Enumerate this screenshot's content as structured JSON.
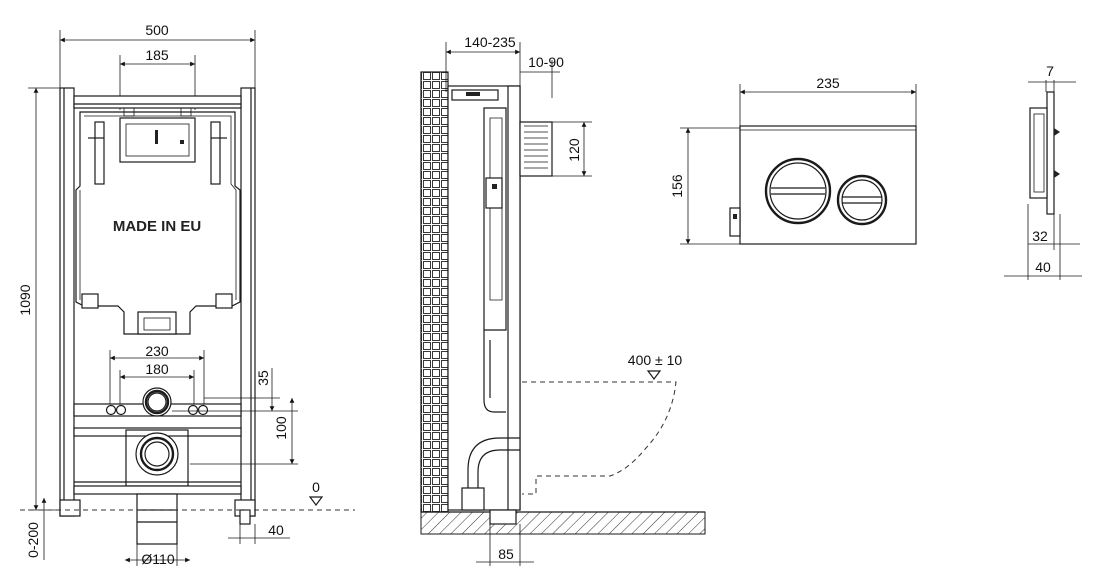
{
  "front": {
    "width": "500",
    "inner_width": "185",
    "height": "1090",
    "label": "MADE IN EU",
    "spacing_outer": "230",
    "spacing_inner": "180",
    "offset_35": "35",
    "offset_100": "100",
    "level_zero": "0",
    "adjust_range": "0-200",
    "foot_40": "40",
    "pipe_dia": "Ø110"
  },
  "side": {
    "depth_range": "140-235",
    "frame_gap": "10-90",
    "plate_height": "120",
    "bowl_height": "400 ± 10",
    "outlet_offset": "85"
  },
  "plate": {
    "width": "235",
    "height": "156"
  },
  "plate_side": {
    "thickness": "7",
    "depth_32": "32",
    "depth_40": "40"
  }
}
